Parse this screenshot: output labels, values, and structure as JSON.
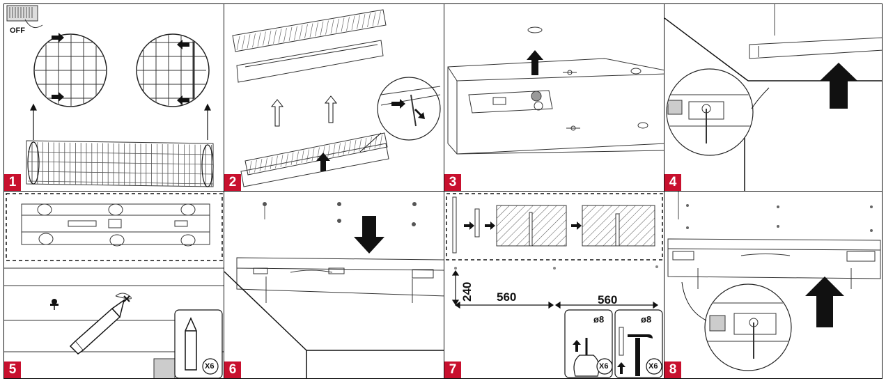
{
  "steps": [
    "1",
    "2",
    "3",
    "4",
    "5",
    "6",
    "7",
    "8"
  ],
  "panel1": {
    "switch_label": "OFF"
  },
  "panel5": {
    "quantity": "X6"
  },
  "panel7": {
    "height_dim": "240",
    "width_dim_a": "560",
    "width_dim_b": "560",
    "drill_size": "ø8",
    "drill_qty": "X6",
    "plug_size": "ø8",
    "plug_qty": "X6"
  }
}
